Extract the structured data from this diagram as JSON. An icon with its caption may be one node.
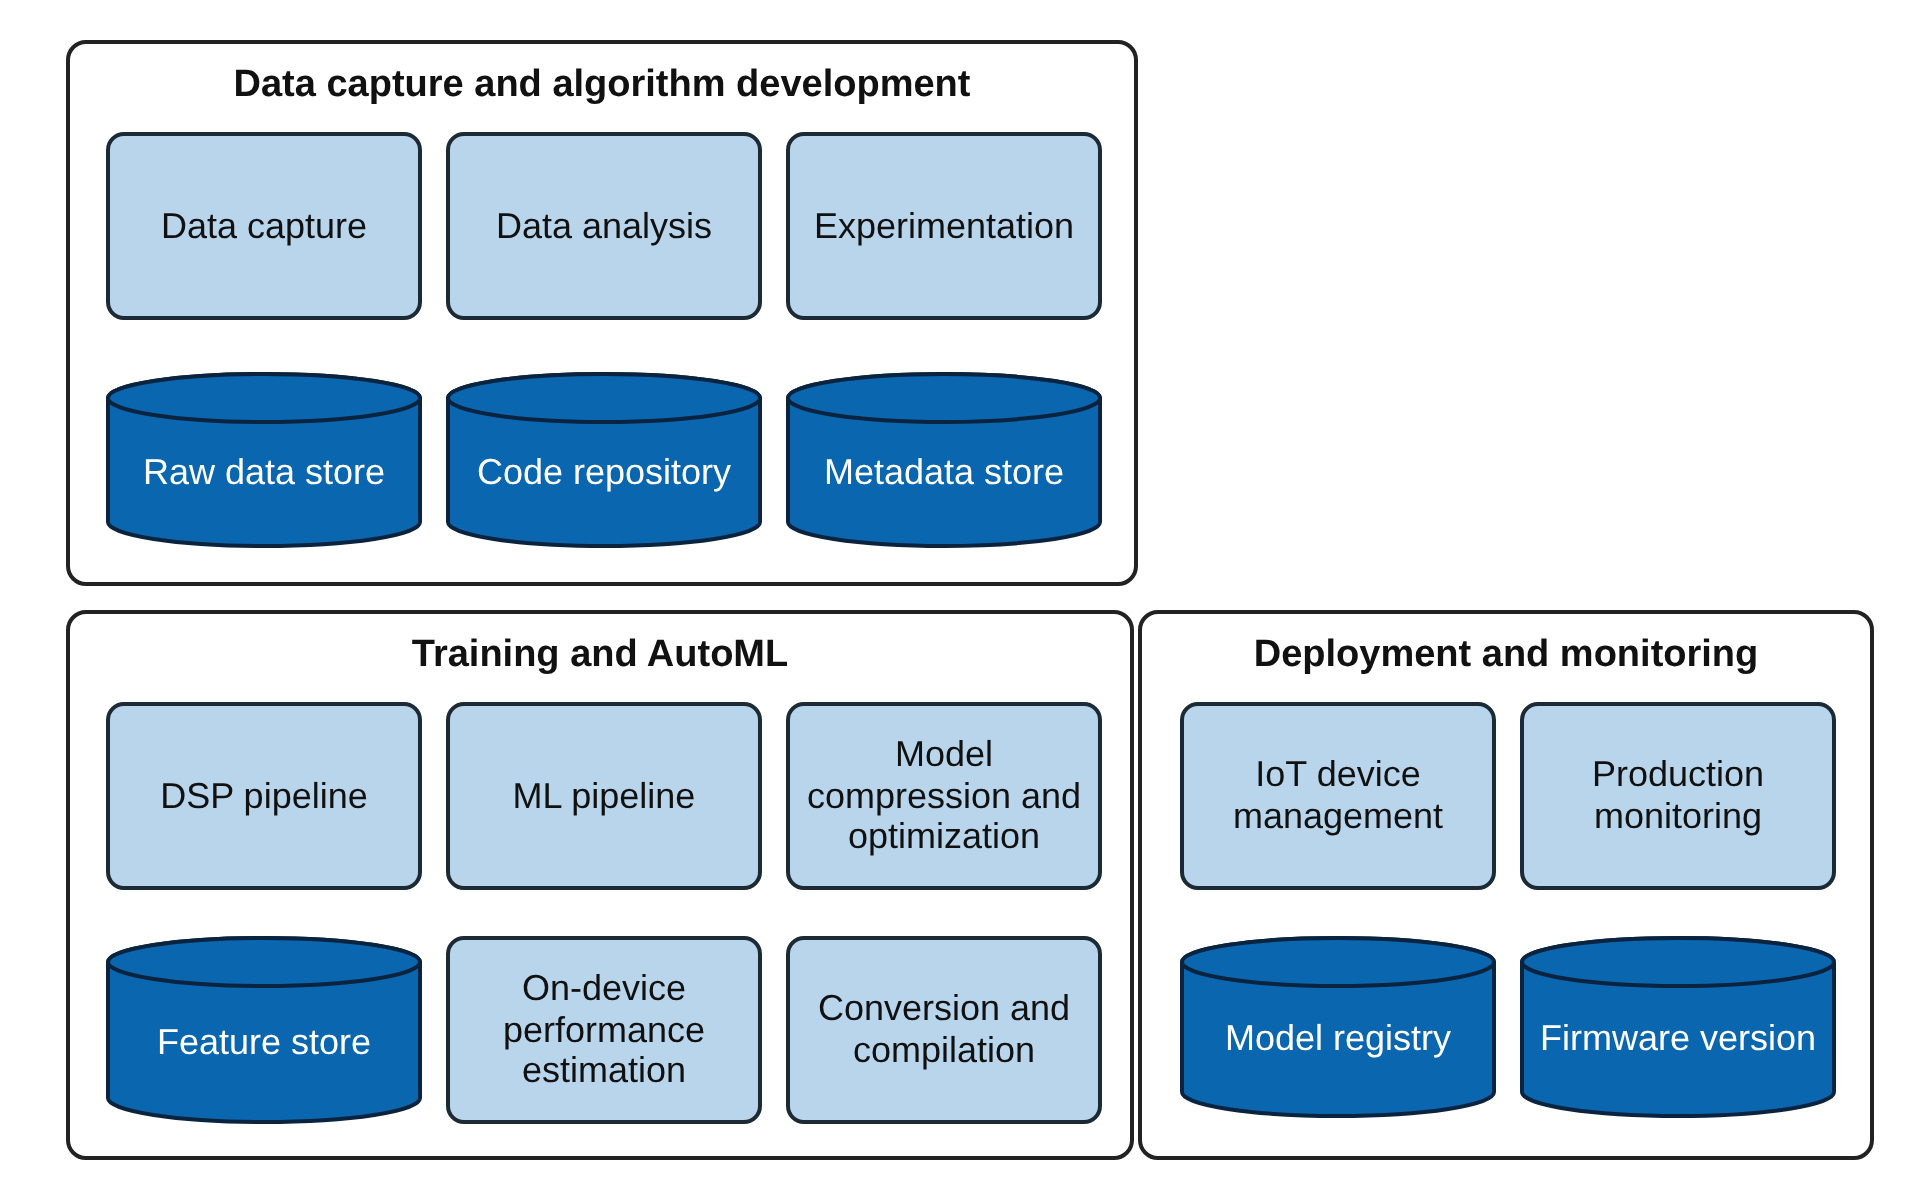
{
  "diagram": {
    "nodes": [
      {
        "text": [
          "Data capture and algorithm development"
        ]
      },
      {
        "text": [
          "Data capture"
        ],
        "in": 0
      },
      {
        "text": [
          "Data analysis"
        ],
        "in": 0
      },
      {
        "text": [
          "Experimentation"
        ],
        "in": 0
      },
      {
        "text": [
          "Raw data store"
        ],
        "in": 0
      },
      {
        "text": [
          "Code repository"
        ],
        "in": 0
      },
      {
        "text": [
          "Metadata store"
        ],
        "in": 0
      },
      {
        "text": [
          "Training and AutoML"
        ]
      },
      {
        "text": [
          "DSP pipeline"
        ],
        "in": 7
      },
      {
        "text": [
          "ML pipeline"
        ],
        "in": 7
      },
      {
        "text": [
          "Model compression and optimization"
        ],
        "in": 7
      },
      {
        "text": [
          "Feature store"
        ],
        "in": 7
      },
      {
        "text": [
          "On-device performance estimation"
        ],
        "in": 7
      },
      {
        "text": [
          "Conversion and compilation"
        ],
        "in": 7
      },
      {
        "text": [
          "Deployment and monitoring"
        ]
      },
      {
        "text": [
          "IoT device management"
        ],
        "in": 14
      },
      {
        "text": [
          "Production monitoring"
        ],
        "in": 14
      },
      {
        "text": [
          "Model registry"
        ],
        "in": 14
      },
      {
        "text": [
          "Firmware version"
        ],
        "in": 14
      }
    ]
  }
}
